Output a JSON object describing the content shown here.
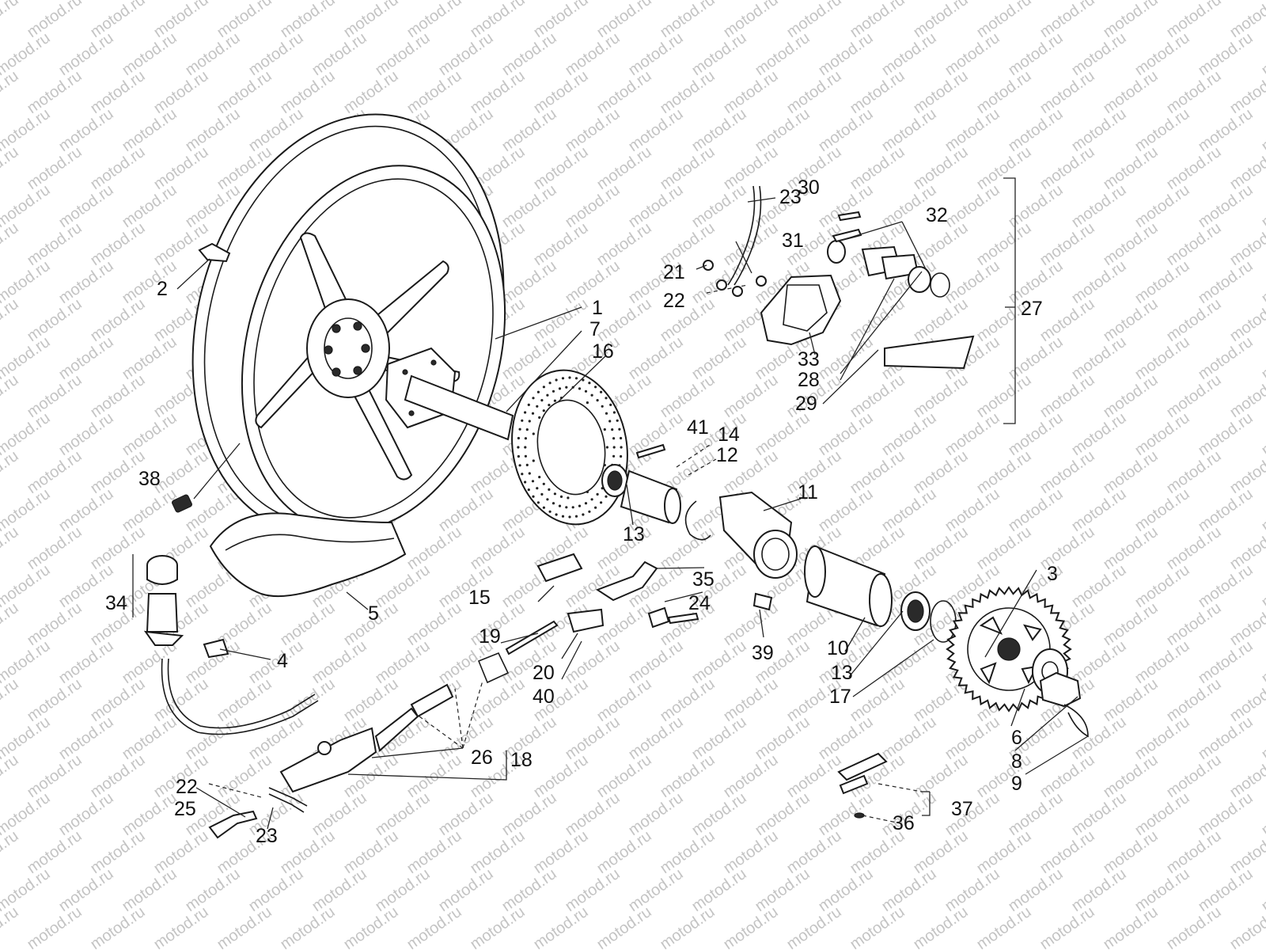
{
  "watermark": "motod.ru",
  "callouts": [
    "1",
    "2",
    "3",
    "4",
    "5",
    "6",
    "7",
    "8",
    "9",
    "10",
    "11",
    "12",
    "13",
    "13",
    "14",
    "15",
    "16",
    "17",
    "18",
    "19",
    "20",
    "21",
    "22",
    "22",
    "23",
    "23",
    "24",
    "25",
    "26",
    "27",
    "28",
    "29",
    "30",
    "31",
    "32",
    "33",
    "34",
    "35",
    "36",
    "37",
    "38",
    "39",
    "40",
    "41"
  ],
  "style": {
    "ink": "#1a1a1a",
    "watermark_color": "#c4c4c4",
    "paper": "#ffffff"
  }
}
